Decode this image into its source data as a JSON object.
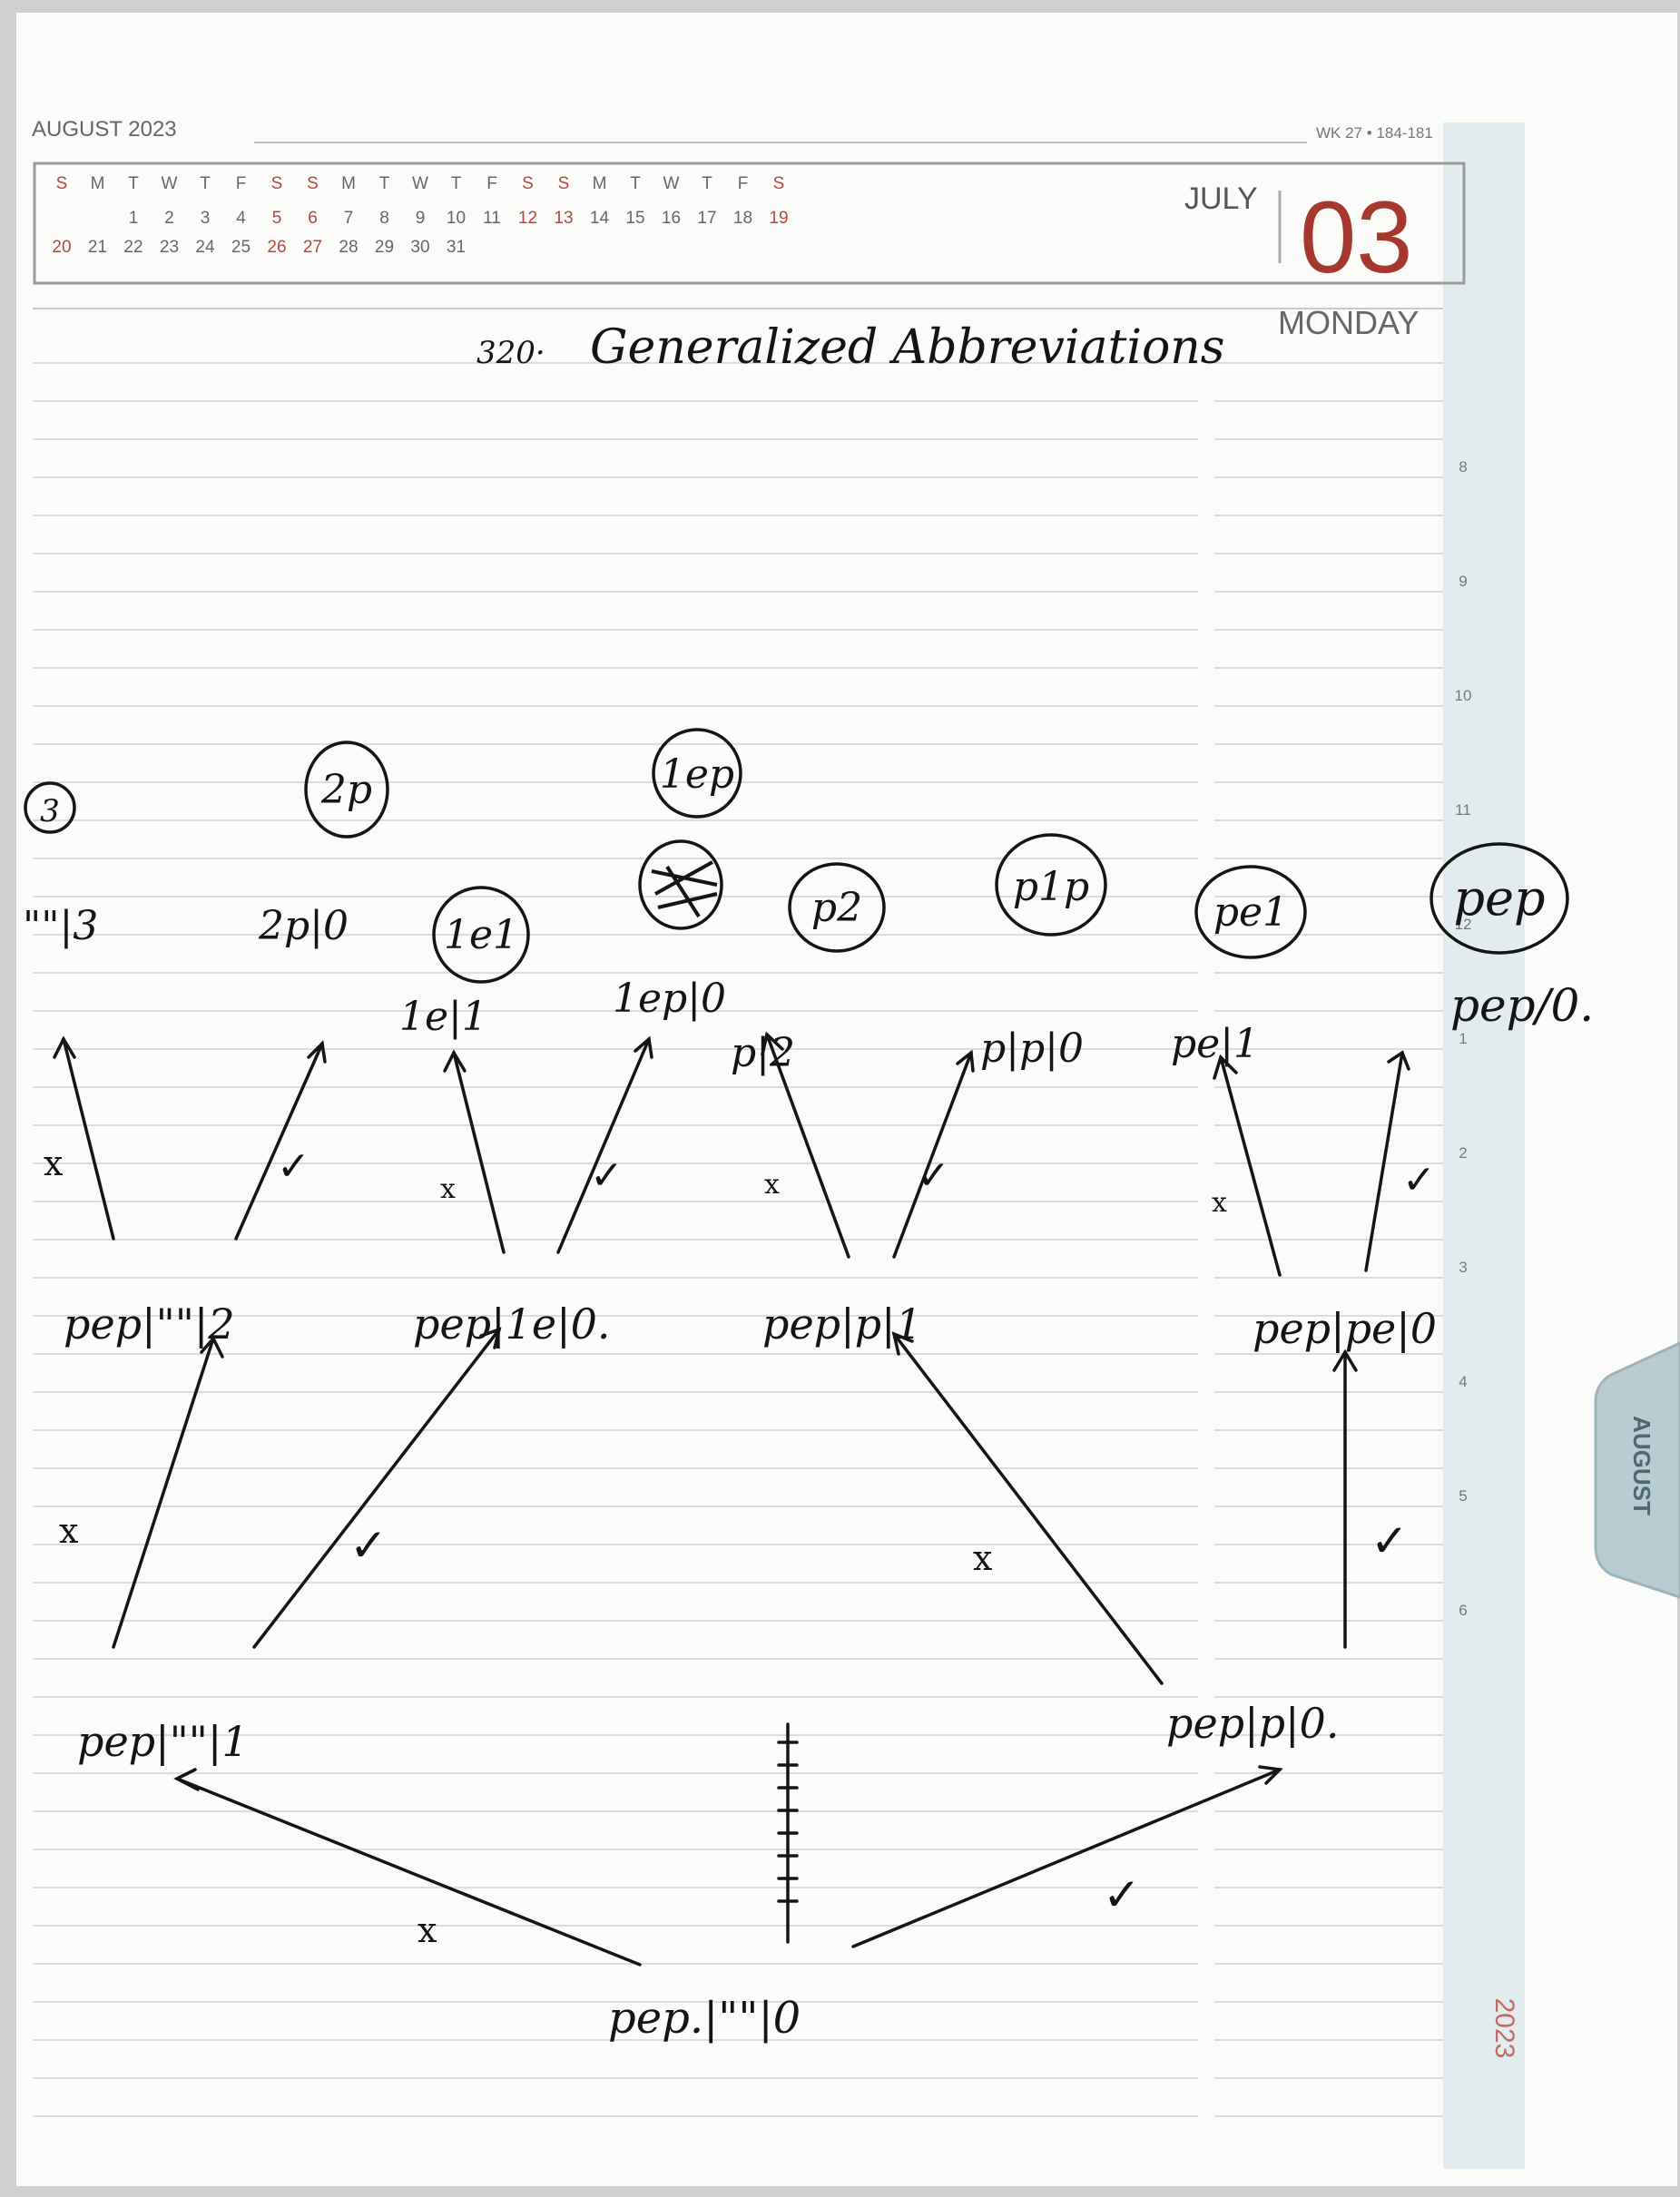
{
  "planner": {
    "header_month": "AUGUST 2023",
    "week_info": "WK 27 • 184-181",
    "month_label": "JULY",
    "day_number": "03",
    "weekday": "MONDAY",
    "side_tab": "AUGUST",
    "year": "2023",
    "calendar": {
      "weekdays": [
        "S",
        "M",
        "T",
        "W",
        "T",
        "F",
        "S",
        "S",
        "M",
        "T",
        "W",
        "T",
        "F",
        "S",
        "S",
        "M",
        "T",
        "W",
        "T",
        "F",
        "S"
      ],
      "row1": [
        "",
        "",
        "1",
        "2",
        "3",
        "4",
        "5",
        "6",
        "7",
        "8",
        "9",
        "10",
        "11",
        "12",
        "13",
        "14",
        "15",
        "16",
        "17",
        "18",
        "19"
      ],
      "row2": [
        "20",
        "21",
        "22",
        "23",
        "24",
        "25",
        "26",
        "27",
        "28",
        "29",
        "30",
        "31"
      ],
      "weekend_color": "#b5483e"
    },
    "hours": [
      "8",
      "9",
      "10",
      "11",
      "12",
      "1",
      "2",
      "3",
      "4",
      "5",
      "6"
    ]
  },
  "notes": {
    "title_number": "320·",
    "title": "Generalized Abbreviations",
    "nodes": {
      "root": "pep.|\"\"|0",
      "l1_left": "pep|\"\"|1",
      "l1_right": "pep|p|0.",
      "l2_a": "pep|\"\"|2",
      "l2_b": "pep|1e|0.",
      "l2_c": "pep|p|1",
      "l2_d": "pep|pe|0",
      "l3_a": "\"\"|3",
      "l3_b": "2p|0",
      "l3_c": "1e|1",
      "l3_d": "1ep|0",
      "l3_e": "p|2",
      "l3_f": "p|p|0",
      "l3_g": "pe|1",
      "l3_h": "pep/0."
    },
    "results": [
      "3",
      "2p",
      "1e1",
      "1ep",
      "p2",
      "p1p",
      "pe1",
      "pep"
    ],
    "marks": {
      "cross": "x",
      "check": "✓"
    }
  }
}
